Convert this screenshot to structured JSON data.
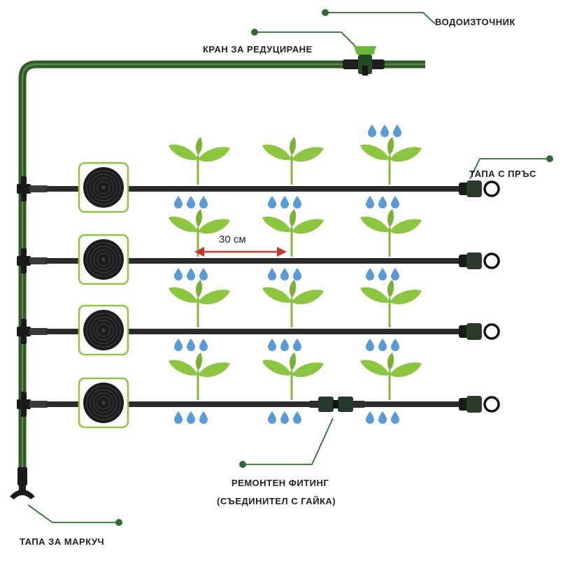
{
  "labels": {
    "water_source": "ВОДОИЗТОЧНИК",
    "reducing_valve": "КРАН ЗА РЕДУЦИРАНЕ",
    "end_plug_ring": "ТАПА С ПРЪС",
    "spacing": "30 см",
    "repair_fitting": "РЕМОНТЕН ФИТИНГ",
    "repair_fitting_sub": "(СЪЕДИНИТЕЛ С ГАЙКА)",
    "hose_plug": "ТАПА ЗА МАРКУЧ"
  },
  "colors": {
    "main_pipe": "#2f5a2a",
    "drip_tape": "#2b2b2b",
    "plant": "#8cc63f",
    "drop": "#5b9bd5",
    "arrow": "#c0392b",
    "callout": "#2e6b35",
    "coil_frame": "#8cc63f"
  },
  "icons": {
    "plant": "seedling-icon",
    "drop": "water-drop-icon",
    "coil": "drip-tape-coil-icon",
    "valve": "valve-icon",
    "end_cap": "end-cap-ring-icon",
    "coupler": "coupler-icon",
    "plug": "hose-plug-icon"
  }
}
